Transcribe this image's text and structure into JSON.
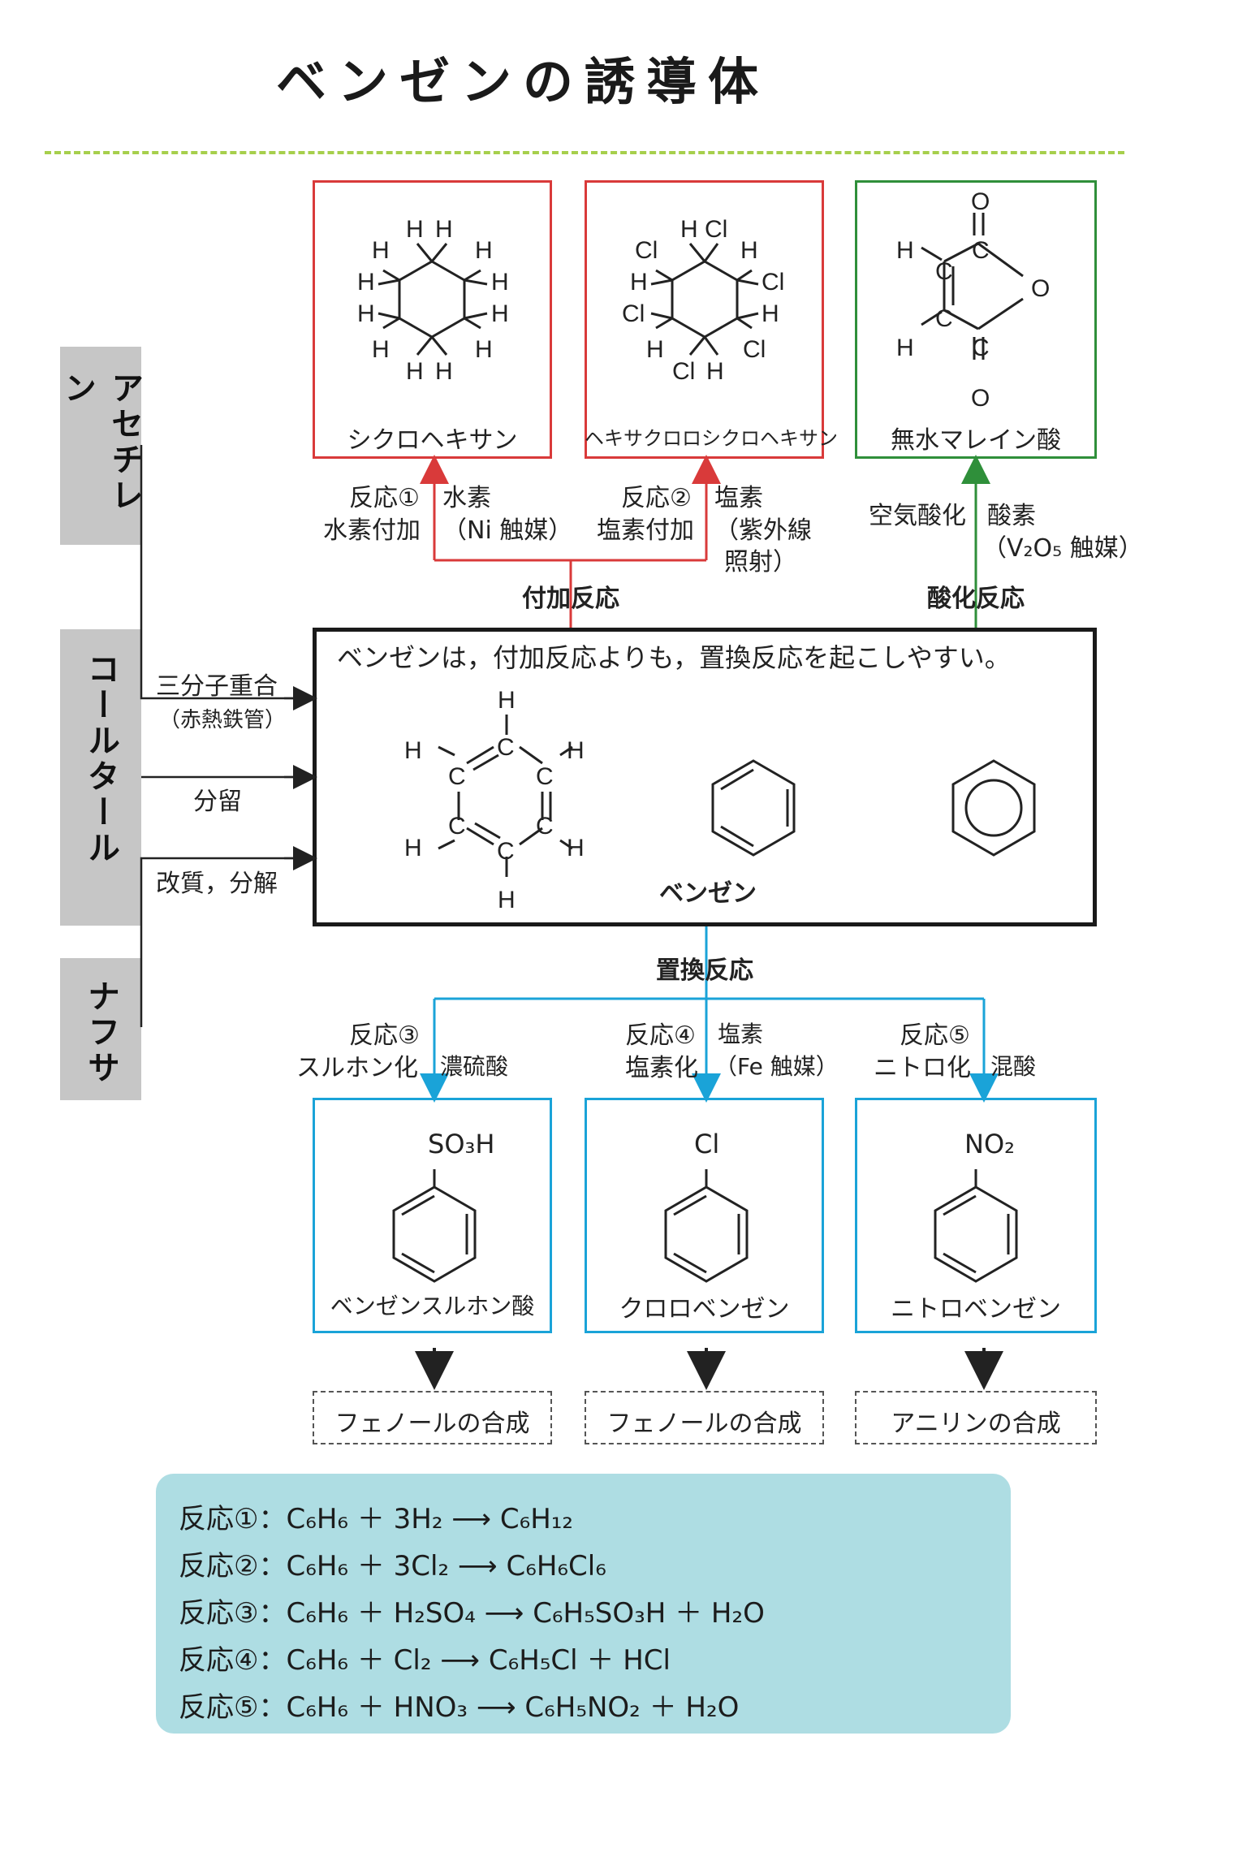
{
  "title": "ベンゼンの誘導体",
  "benzene_box": {
    "statement": "ベンゼンは，付加反応よりも，置換反応を起こしやすい。",
    "name": "ベンゼン"
  },
  "sources": [
    {
      "label": "アセチレン",
      "process": "三分子重合",
      "condition": "（赤熱鉄管）"
    },
    {
      "label": "コールタール",
      "process": "分留"
    },
    {
      "label": "ナフサ",
      "process": "改質，分解"
    }
  ],
  "reaction_types": {
    "addition": "付加反応",
    "oxidation": "酸化反応",
    "substitution": "置換反応"
  },
  "top_products": [
    {
      "name": "シクロヘキサン",
      "reaction": "反応①",
      "process": "水素付加",
      "reagent": "水素",
      "condition": "（Ni 触媒）"
    },
    {
      "name": "ヘキサクロロシクロヘキサン",
      "reaction": "反応②",
      "process": "塩素付加",
      "reagent": "塩素",
      "condition": "（紫外線",
      "condition2": "照射）"
    },
    {
      "name": "無水マレイン酸",
      "process": "空気酸化",
      "reagent": "酸素",
      "condition": "（V₂O₅ 触媒）"
    }
  ],
  "bottom_products": [
    {
      "name": "ベンゼンスルホン酸",
      "reaction": "反応③",
      "process": "スルホン化",
      "reagent": "濃硫酸",
      "group": "SO₃H",
      "next": "フェノールの合成"
    },
    {
      "name": "クロロベンゼン",
      "reaction": "反応④",
      "process": "塩素化",
      "reagent": "塩素",
      "condition": "（Fe 触媒）",
      "group": "Cl",
      "next": "フェノールの合成"
    },
    {
      "name": "ニトロベンゼン",
      "reaction": "反応⑤",
      "process": "ニトロ化",
      "reagent": "混酸",
      "group": "NO₂",
      "next": "アニリンの合成"
    }
  ],
  "equations": [
    "反応①：C₆H₆ ＋ 3H₂ ⟶ C₆H₁₂",
    "反応②：C₆H₆ ＋ 3Cl₂ ⟶ C₆H₆Cl₆",
    "反応③：C₆H₆ ＋ H₂SO₄ ⟶ C₆H₅SO₃H ＋ H₂O",
    "反応④：C₆H₆ ＋ Cl₂ ⟶ C₆H₅Cl ＋ HCl",
    "反応⑤：C₆H₆ ＋ HNO₃ ⟶ C₆H₅NO₂ ＋ H₂O"
  ],
  "colors": {
    "addition": "#d93a3a",
    "oxidation": "#2f8f3a",
    "substitution": "#1aa3d8",
    "title_rule": "#a6cf4c",
    "equation_bg": "#aedde3",
    "source_bg": "#c6c6c6"
  }
}
